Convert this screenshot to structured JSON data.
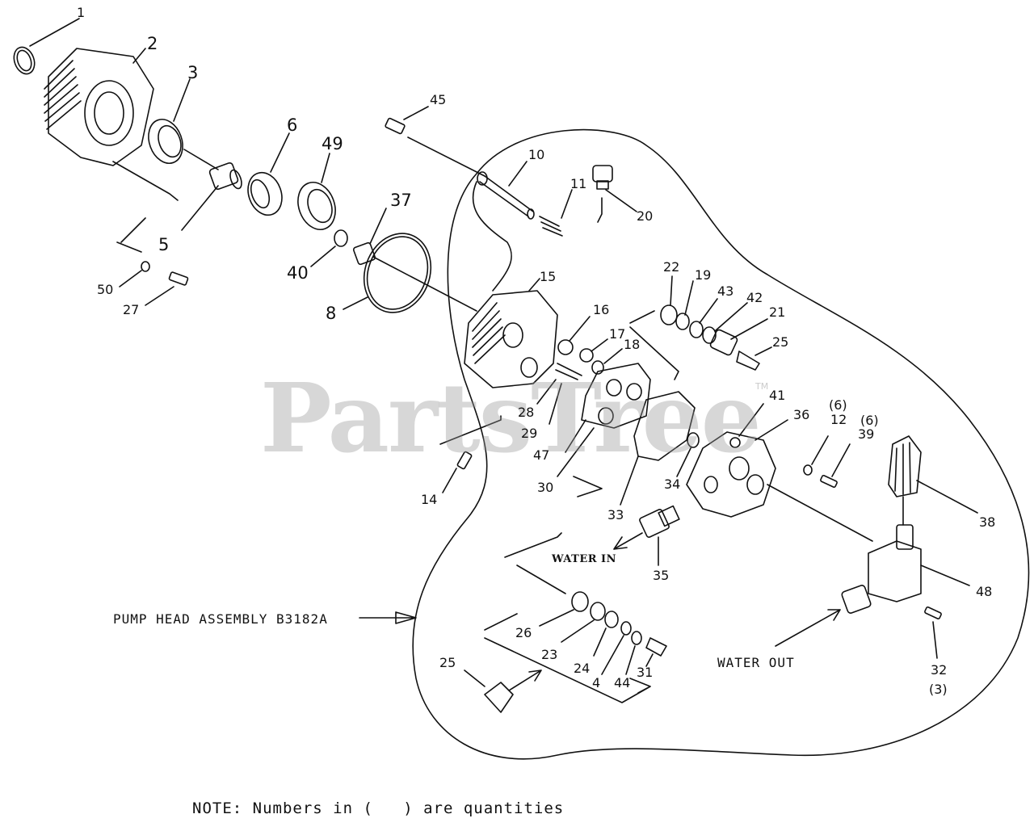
{
  "watermark": "PartsTree",
  "watermark_tm": "TM",
  "assembly_label": "PUMP HEAD ASSEMBLY B3182A",
  "water_in_label": "WATER IN",
  "water_out_label": "WATER OUT",
  "note": "NOTE: Numbers in (   ) are quantities",
  "callouts": {
    "c1": "1",
    "c2": "2",
    "c3": "3",
    "c4": "4",
    "c5": "5",
    "c6": "6",
    "c8": "8",
    "c10": "10",
    "c11": "11",
    "c12": "12",
    "c14": "14",
    "c15": "15",
    "c16": "16",
    "c17": "17",
    "c18": "18",
    "c19": "19",
    "c20": "20",
    "c21": "21",
    "c22": "22",
    "c23": "23",
    "c24": "24",
    "c25a": "25",
    "c25b": "25",
    "c26": "26",
    "c27": "27",
    "c28": "28",
    "c29": "29",
    "c30": "30",
    "c31": "31",
    "c32": "32",
    "c33": "33",
    "c34": "34",
    "c35": "35",
    "c36": "36",
    "c37": "37",
    "c38": "38",
    "c39": "39",
    "c40": "40",
    "c41": "41",
    "c42": "42",
    "c43": "43",
    "c44": "44",
    "c45": "45",
    "c47": "47",
    "c48": "48",
    "c49": "49",
    "c50": "50"
  },
  "quantities": {
    "q12": "(6)",
    "q39": "(6)",
    "q32": "(3)"
  }
}
